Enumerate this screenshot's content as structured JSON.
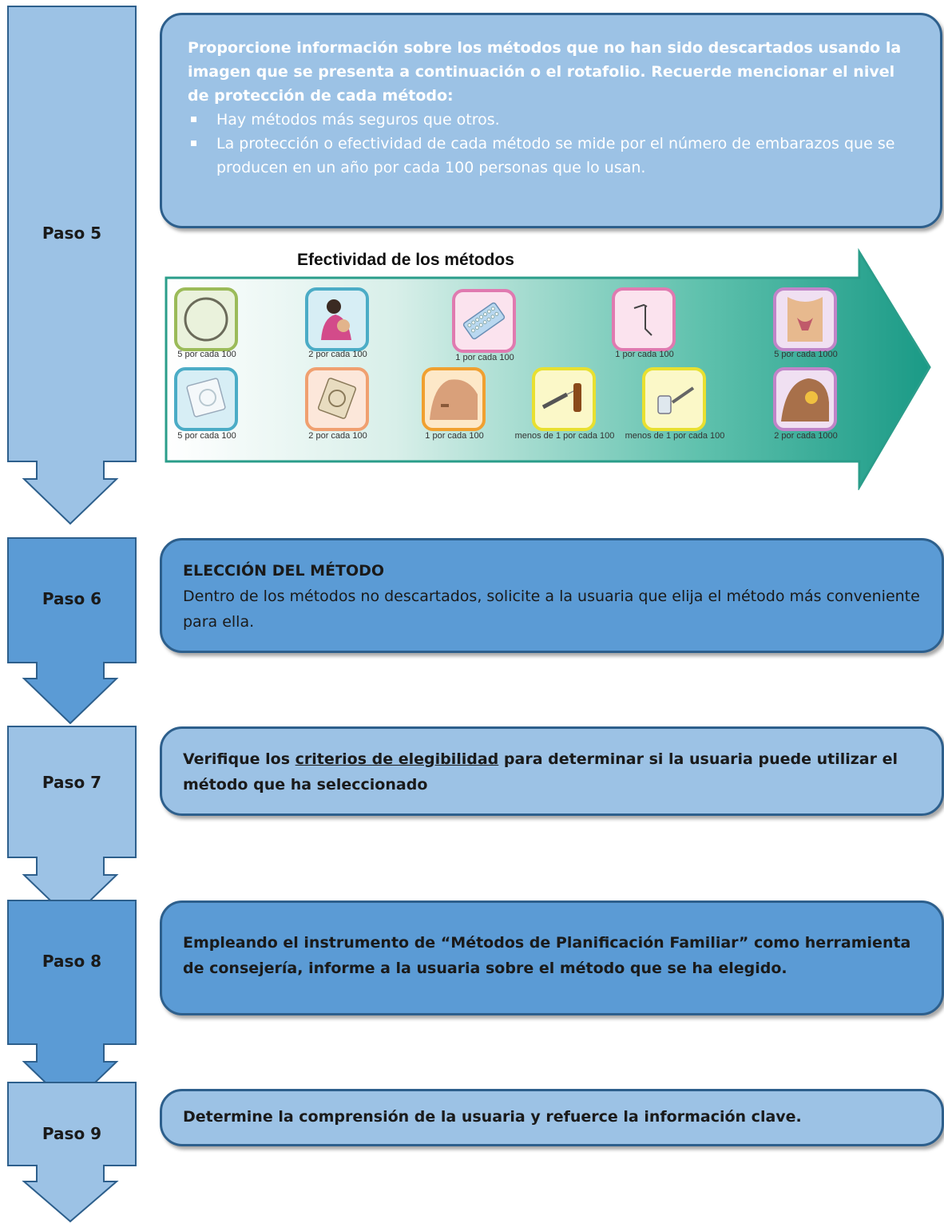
{
  "steps": [
    {
      "label": "Paso 5"
    },
    {
      "label": "Paso 6"
    },
    {
      "label": "Paso 7"
    },
    {
      "label": "Paso 8"
    },
    {
      "label": "Paso 9"
    }
  ],
  "step5": {
    "intro": "Proporcione información sobre los métodos que no han sido descartados usando la imagen que se presenta a continuación o el rotafolio. Recuerde mencionar el nivel de protección de cada método:",
    "bullets": [
      "Hay métodos más seguros que otros.",
      "La protección o efectividad de cada método se mide por el número de embarazos que se producen en un año por cada 100 personas que lo usan."
    ]
  },
  "infographic": {
    "title": "Efectividad de los métodos",
    "colors": {
      "arrow_start": "#ffffff",
      "arrow_end": "#1a9a86"
    },
    "methods": [
      {
        "icon": "diaphragm-ring-icon",
        "caption": "5 por cada 100",
        "color": "#9bbb59"
      },
      {
        "icon": "breastfeeding-icon",
        "caption": "2 por cada 100",
        "color": "#4bacc6"
      },
      {
        "icon": "pill-pack-icon",
        "caption": "1 por cada 100",
        "color": "#e07ab0"
      },
      {
        "icon": "iud-icon",
        "caption": "1 por cada 100",
        "color": "#e07ab0"
      },
      {
        "icon": "female-sterilization-icon",
        "caption": "5 por cada 1000",
        "color": "#c084c8"
      },
      {
        "icon": "condom-wrapper-icon",
        "caption": "5 por cada 100",
        "color": "#4bacc6"
      },
      {
        "icon": "condom-package-icon",
        "caption": "2 por cada 100",
        "color": "#f0a070"
      },
      {
        "icon": "implant-arm-icon",
        "caption": "1 por cada 100",
        "color": "#f0a030"
      },
      {
        "icon": "injection-vial-icon",
        "caption": "menos de 1 por cada 100",
        "color": "#e8e030"
      },
      {
        "icon": "injection-bottle-icon",
        "caption": "menos de 1 por cada 100",
        "color": "#e8e030"
      },
      {
        "icon": "vasectomy-icon",
        "caption": "2 por cada 1000",
        "color": "#c084c8"
      }
    ]
  },
  "step6": {
    "heading": "ELECCIÓN DEL MÉTODO",
    "body": "Dentro de los métodos no descartados, solicite a la usuaria que elija el método más conveniente para ella."
  },
  "step7": {
    "text_before": "Verifique los ",
    "link": "criterios de elegibilidad",
    "text_after": " para determinar si la usuaria puede utilizar el método que ha seleccionado"
  },
  "step8": {
    "text": "Empleando el instrumento de “Métodos de Planificación Familiar” como herramienta de consejería, informe a la usuaria sobre el método que se ha elegido."
  },
  "step9": {
    "text": "Determine la comprensión de la usuaria y refuerce la información clave."
  },
  "colors": {
    "light_blue": "#9cc2e5",
    "mid_blue": "#5b9bd5",
    "border_blue": "#2d5f8c"
  }
}
